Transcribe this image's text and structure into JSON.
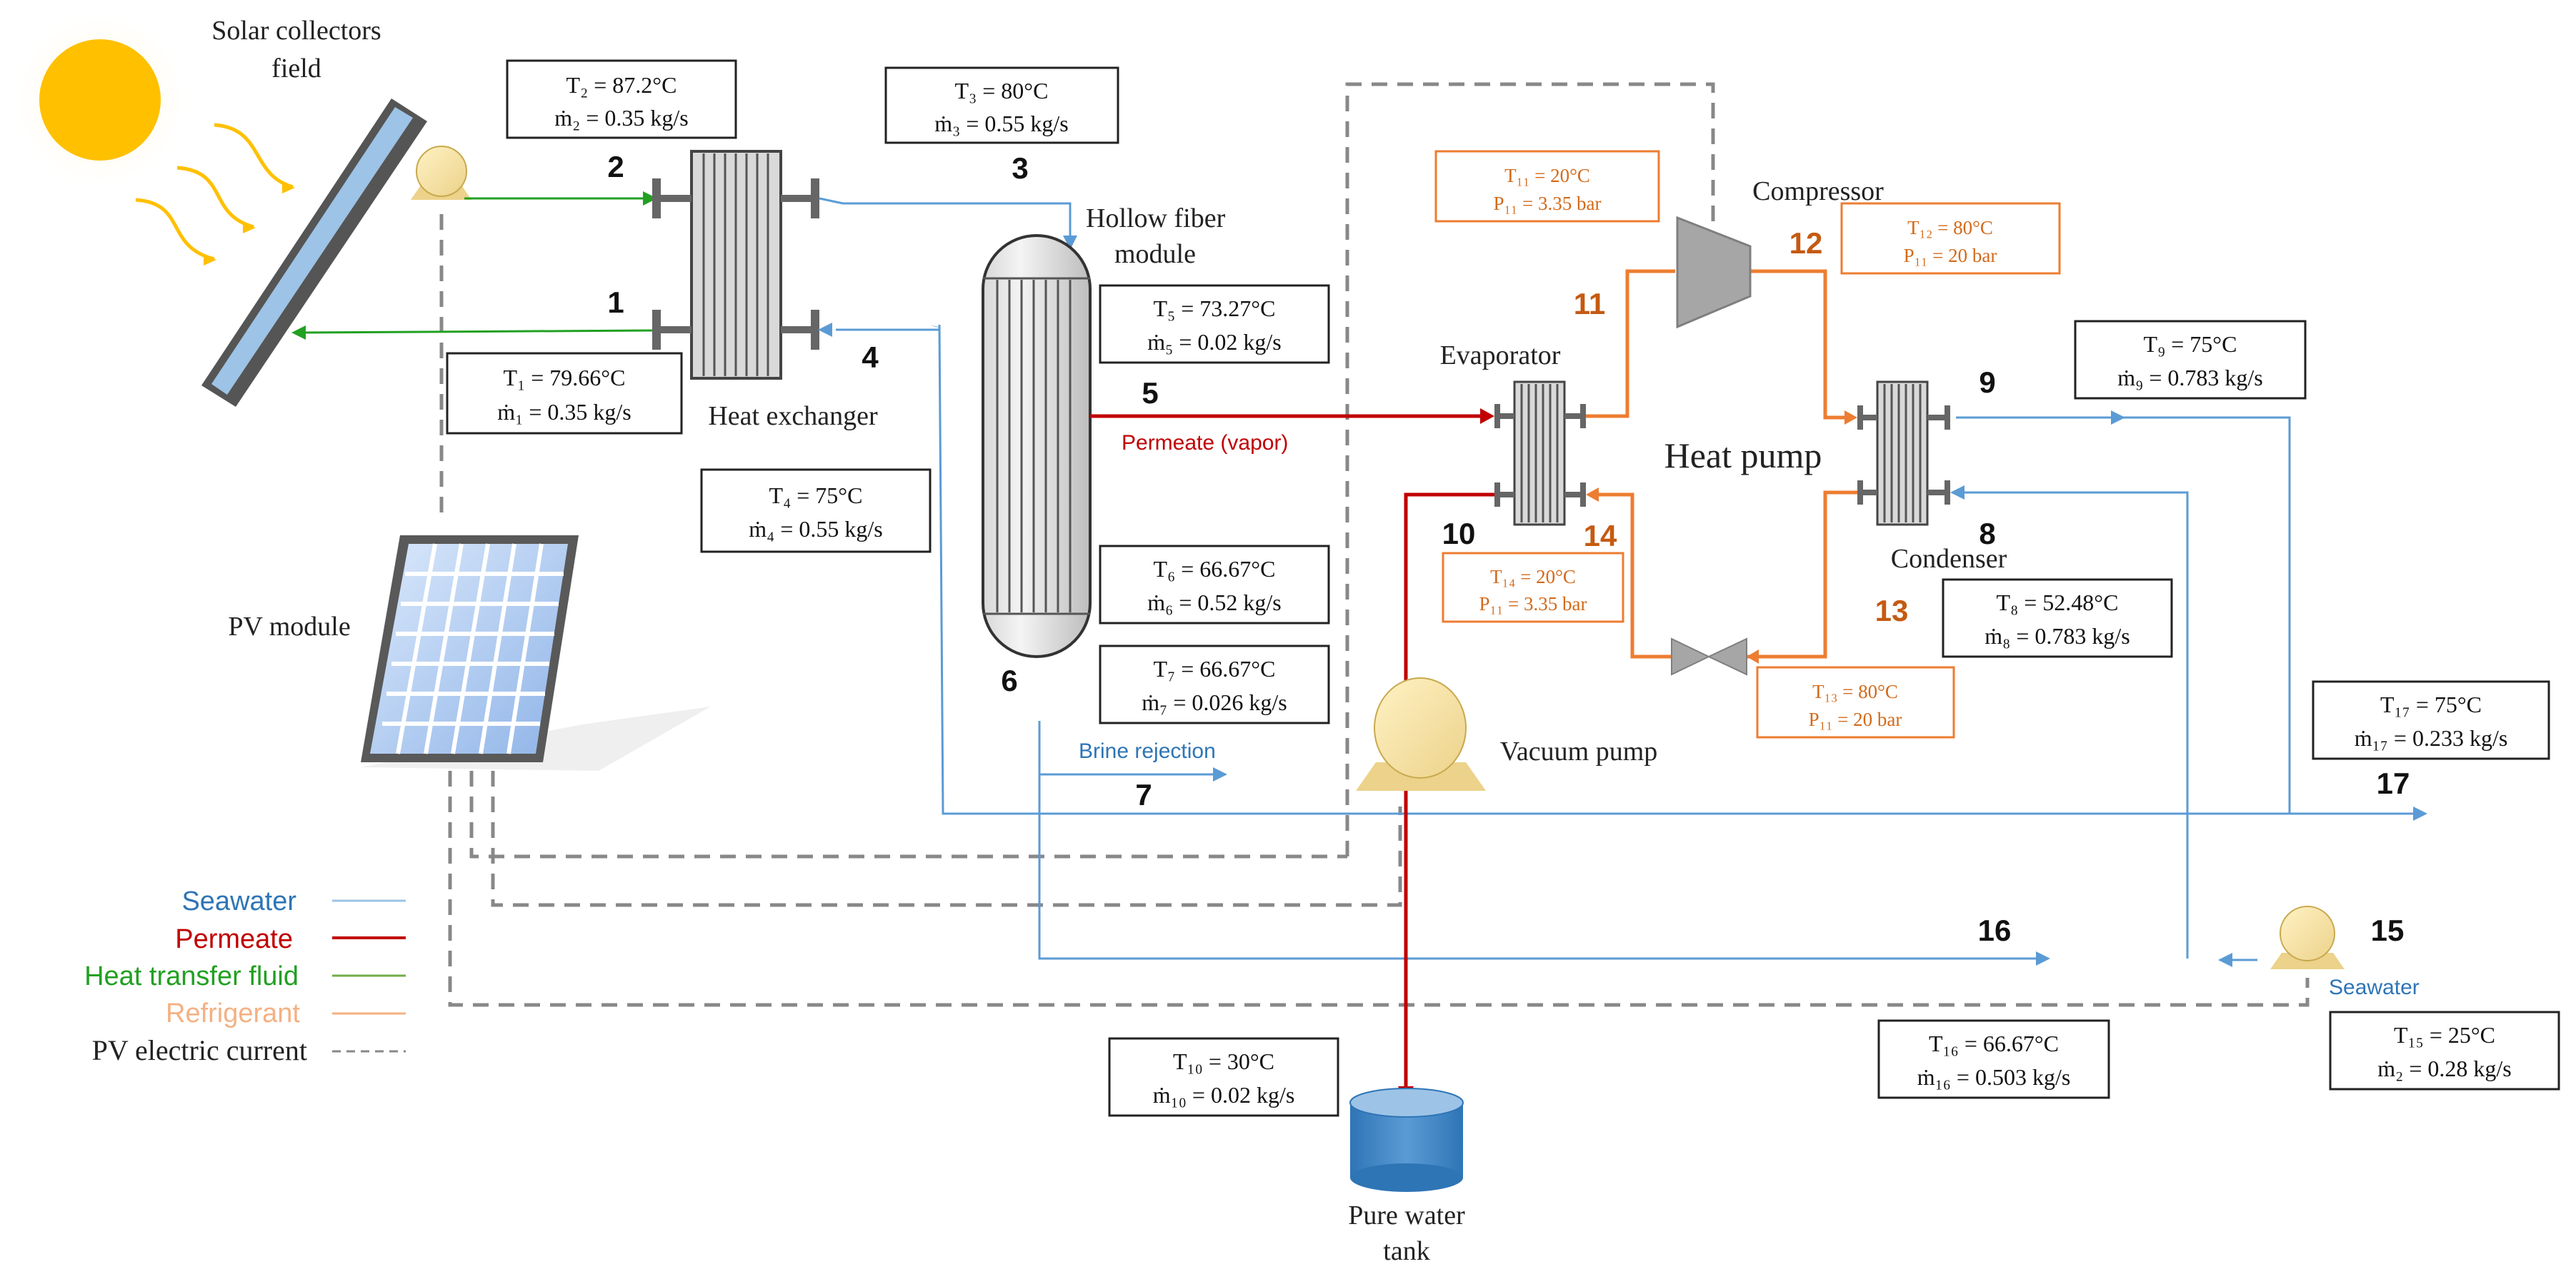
{
  "colors": {
    "seawater": "#5b9bd5",
    "permeate": "#c00000",
    "heat_fluid": "#22a022",
    "refrigerant": "#ed7d31",
    "pv_current": "#888888"
  },
  "labels": {
    "solar_field_1": "Solar collectors",
    "solar_field_2": "field",
    "heat_exchanger": "Heat exchanger",
    "hollow_fiber_1": "Hollow fiber",
    "hollow_fiber_2": "module",
    "permeate_vapor": "Permeate (vapor)",
    "brine_rejection": "Brine rejection",
    "pv_module": "PV module",
    "evaporator": "Evaporator",
    "compressor": "Compressor",
    "condenser": "Condenser",
    "heat_pump": "Heat pump",
    "vacuum_pump": "Vacuum pump",
    "pure_water_1": "Pure water",
    "pure_water_2": "tank",
    "seawater_in": "Seawater"
  },
  "numbers": {
    "n1": "1",
    "n2": "2",
    "n3": "3",
    "n4": "4",
    "n5": "5",
    "n6": "6",
    "n7": "7",
    "n8": "8",
    "n9": "9",
    "n10": "10",
    "n11": "11",
    "n12": "12",
    "n13": "13",
    "n14": "14",
    "n15": "15",
    "n16": "16",
    "n17": "17"
  },
  "states": {
    "s1": {
      "t": "T₁ = 79.66°C",
      "m": "ṁ₁ = 0.35 kg/s"
    },
    "s2": {
      "t": "T₂ = 87.2°C",
      "m": "ṁ₂ = 0.35 kg/s"
    },
    "s3": {
      "t": "T₃ = 80°C",
      "m": "ṁ₃ = 0.55 kg/s"
    },
    "s4": {
      "t": "T₄ = 75°C",
      "m": "ṁ₄ = 0.55 kg/s"
    },
    "s5": {
      "t": "T₅ = 73.27°C",
      "m": "ṁ₅ = 0.02 kg/s"
    },
    "s6": {
      "t": "T₆ = 66.67°C",
      "m": "ṁ₆ = 0.52 kg/s"
    },
    "s7": {
      "t": "T₇ = 66.67°C",
      "m": "ṁ₇ = 0.026 kg/s"
    },
    "s8": {
      "t": "T₈ = 52.48°C",
      "m": "ṁ₈ = 0.783 kg/s"
    },
    "s9": {
      "t": "T₉ = 75°C",
      "m": "ṁ₉ = 0.783 kg/s"
    },
    "s10": {
      "t": "T₁₀ = 30°C",
      "m": "ṁ₁₀ = 0.02 kg/s"
    },
    "s15": {
      "t": "T₁₅ = 25°C",
      "m": "ṁ₂ = 0.28 kg/s"
    },
    "s16": {
      "t": "T₁₆ = 66.67°C",
      "m": "ṁ₁₆ = 0.503 kg/s"
    },
    "s17": {
      "t": "T₁₇ = 75°C",
      "m": "ṁ₁₇ = 0.233 kg/s"
    }
  },
  "refrigerant_states": {
    "s11": {
      "t": "T₁₁ = 20°C",
      "p": "P₁₁ = 3.35 bar"
    },
    "s12": {
      "t": "T₁₂ = 80°C",
      "p": "P₁₁ = 20 bar"
    },
    "s13": {
      "t": "T₁₃ = 80°C",
      "p": "P₁₁ = 20 bar"
    },
    "s14": {
      "t": "T₁₄ = 20°C",
      "p": "P₁₁ = 3.35 bar"
    }
  },
  "legend": {
    "seawater": "Seawater",
    "permeate": "Permeate",
    "heat_transfer": "Heat transfer  fluid",
    "refrigerant": "Refrigerant",
    "pv_current": "PV electric  current"
  }
}
